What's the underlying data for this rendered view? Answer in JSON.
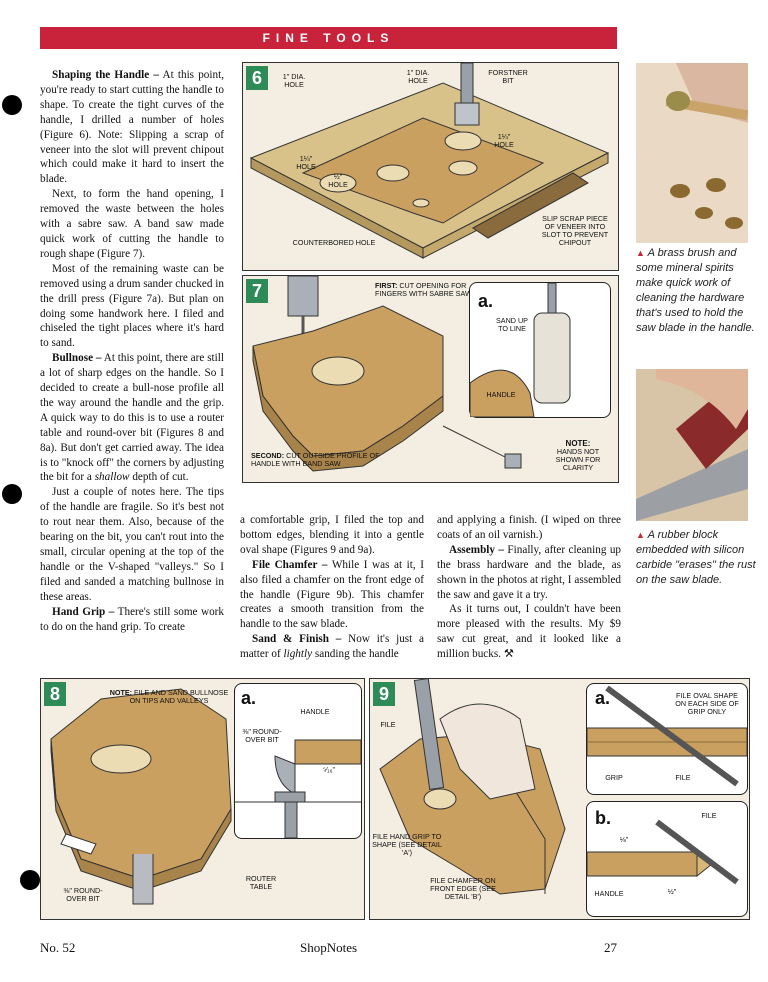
{
  "header": {
    "title": "FINE TOOLS"
  },
  "column1": {
    "p1_head": "Shaping the Handle –",
    "p1_body": " At this point, you're ready to start cutting the handle to shape. To create the tight curves of the handle, I drilled a number of holes (Figure 6). Note: Slipping a scrap of veneer into the slot will prevent chipout which could make it hard to insert the blade.",
    "p2": "Next, to form the hand opening, I removed the waste between the holes with a sabre saw. A band saw made quick work of cutting the handle to rough shape (Figure 7).",
    "p3": "Most of the remaining waste can be removed using a drum sander chucked in the drill press (Figure 7a). But plan on doing some handwork here. I filed and chiseled the tight places where it's hard to sand.",
    "p4_head": "Bullnose –",
    "p4_body_a": " At this point, there are still a lot of sharp edges on the handle. So I decided to create a bull-nose profile all the way around the handle and the grip. A quick way to do this is to use a router table and round-over bit (Figures 8 and 8a). But don't get carried away. The idea is to \"knock off\" the corners by adjusting the bit for a ",
    "p4_em": "shallow",
    "p4_body_b": " depth of cut.",
    "p5": "Just a couple of notes here. The tips of the handle are fragile. So it's best not to rout near them. Also, because of the bearing on the bit, you can't rout into the small, circular opening at the top of the handle or the V-shaped \"valleys.\" So I filed and sanded a matching bullnose in these areas.",
    "p6_head": "Hand Grip –",
    "p6_body": " There's still some work to do on the hand grip. To create"
  },
  "column2": {
    "p1": "a comfortable grip, I filed the top and bottom edges, blending it into a gentle oval shape (Figures 9 and 9a).",
    "p2_head": "File Chamfer –",
    "p2_body": " While I was at it, I also filed a chamfer on the front edge of the handle (Figure 9b). This chamfer creates a smooth transition from the handle to the saw blade.",
    "p3_head": "Sand & Finish –",
    "p3_body_a": " Now it's just a matter of ",
    "p3_em": "lightly",
    "p3_body_b": " sanding the handle"
  },
  "column3": {
    "p1": "and applying a finish. (I wiped on three coats of an oil varnish.)",
    "p2_head": "Assembly –",
    "p2_body": " Finally, after cleaning up the brass hardware and the blade, as shown in the photos at right, I assembled the saw and gave it a try.",
    "p3": "As it turns out, I couldn't have been more pleased with the results. My $9 saw cut great, and it looked like a million bucks."
  },
  "captions": {
    "photo1": "A brass brush and some mineral spirits make quick work of cleaning the hardware that's used to hold the saw blade in the handle.",
    "photo2": "A rubber block embedded with silicon carbide \"erases\" the rust on the saw blade."
  },
  "fig6": {
    "num": "6",
    "l1": "1\" DIA. HOLE",
    "l2": "1\" DIA. HOLE",
    "l3": "FORSTNER BIT",
    "l4": "1¼\" HOLE",
    "l5": "1¼\" HOLE",
    "l6": "½\" HOLE",
    "l7": "SLIP SCRAP PIECE OF VENEER INTO SLOT TO PREVENT CHIPOUT",
    "l8": "COUNTERBORED HOLE"
  },
  "fig7": {
    "num": "7",
    "first_b": "FIRST:",
    "first": " CUT OPENING FOR FINGERS WITH SABRE SAW",
    "second_b": "SECOND:",
    "second": " CUT OUTSIDE PROFILE OF HANDLE WITH BAND SAW",
    "inset_letter": "a.",
    "sand": "SAND UP TO LINE",
    "handle": "HANDLE",
    "note_b": "NOTE:",
    "note": "HANDS NOT SHOWN FOR CLARITY"
  },
  "fig8": {
    "num": "8",
    "note_b": "NOTE:",
    "note": " FILE AND SAND BULLNOSE ON TIPS AND VALLEYS",
    "bit": "⅜\" ROUND-OVER BIT",
    "inset_letter": "a.",
    "handle": "HANDLE",
    "bit2": "⅜\" ROUND-OVER BIT",
    "dim": "⁵⁄₁₆\"",
    "router": "ROUTER TABLE"
  },
  "fig9": {
    "num": "9",
    "file": "FILE",
    "file_grip": "FILE HAND GRIP TO SHAPE (SEE DETAIL 'a')",
    "chamfer": "FILE CHAMFER ON FRONT EDGE (SEE DETAIL 'b')",
    "a_letter": "a.",
    "a_note": "FILE OVAL SHAPE ON EACH SIDE OF GRIP ONLY",
    "grip": "GRIP",
    "a_file": "FILE",
    "b_letter": "b.",
    "b_file": "FILE",
    "b_handle": "HANDLE",
    "b_dim1": "⅛\"",
    "b_dim2": "½\""
  },
  "footer": {
    "issue": "No. 52",
    "brand": "ShopNotes",
    "page": "27"
  }
}
